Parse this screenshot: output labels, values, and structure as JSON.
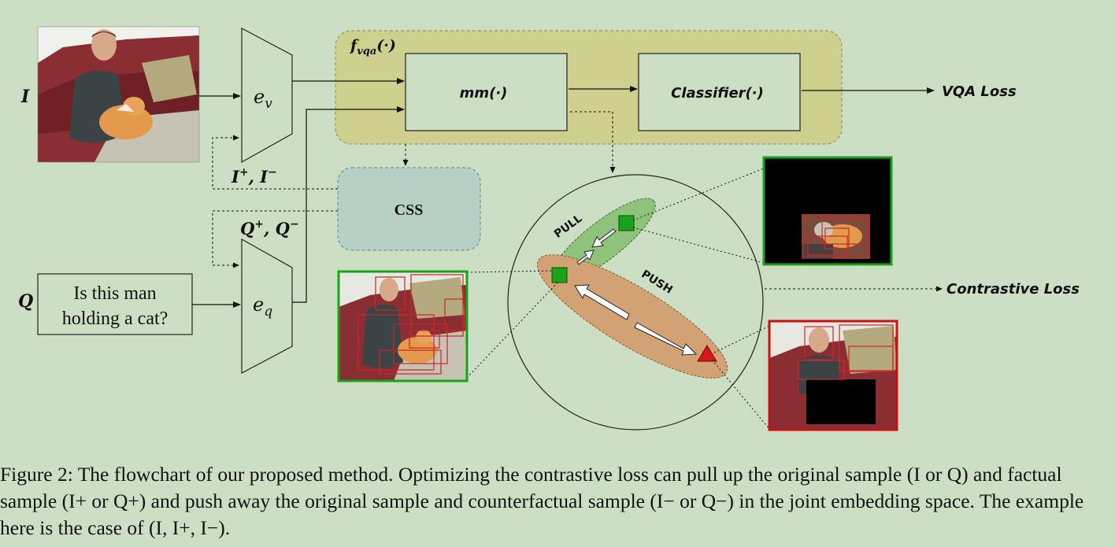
{
  "diagram": {
    "label_I": "I",
    "label_Q": "Q",
    "question_line1": "Is this man",
    "question_line2": "holding a cat?",
    "encoder_v": "e",
    "encoder_v_sub": "v",
    "encoder_q": "e",
    "encoder_q_sub": "q",
    "fvqa_label": "f",
    "fvqa_sub": "vqa",
    "fvqa_arg": "(·)",
    "mm_label": "mm(·)",
    "classifier_label": "Classifier(·)",
    "vqa_loss": "VQA Loss",
    "css_label": "CSS",
    "i_pair": "I",
    "i_pair_sup1": "+",
    "i_pair_mid": ", I",
    "i_pair_sup2": "−",
    "q_pair": "Q",
    "q_pair_sup1": "+",
    "q_pair_mid": ", Q",
    "q_pair_sup2": "−",
    "pull_label": "PULL",
    "push_label": "PUSH",
    "contrastive_loss": "Contrastive Loss"
  },
  "caption": "Figure 2: The flowchart of our proposed method. Optimizing the contrastive loss can pull up the original sample (I or Q) and factual sample (I+ or Q+) and push away the original sample and counterfactual sample (I− or Q−) in the joint embedding space. The example here is the case of (I, I+, I−).",
  "colors": {
    "background": "#ccdfc5",
    "fvqa_fill": "#cfcf8e",
    "css_fill": "#b6d0c6",
    "pull_fill": "#8fc27a",
    "push_fill": "#d3a274",
    "positive_border": "#1aa31a",
    "negative_border": "#cc1111",
    "box_red": "#c82828"
  }
}
